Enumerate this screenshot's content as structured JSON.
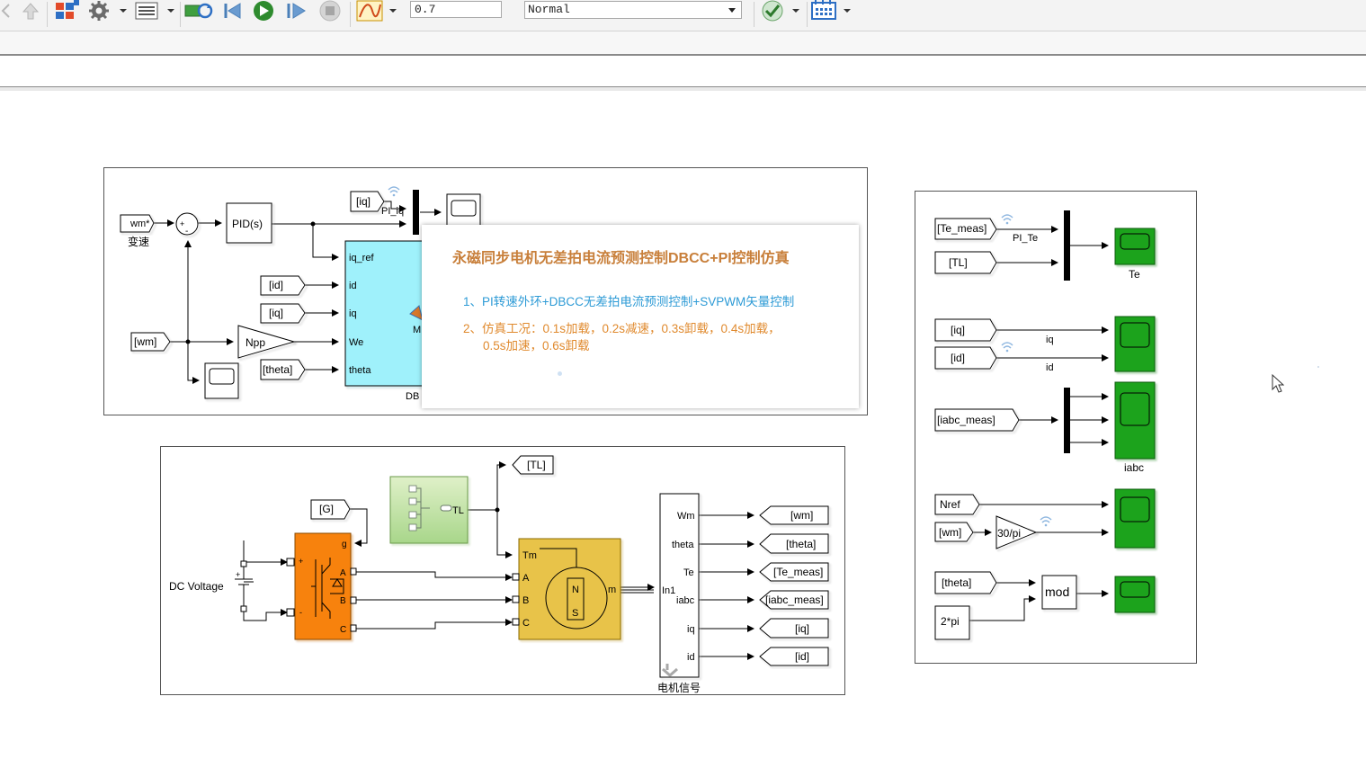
{
  "toolbar": {
    "stop_time": "0.7",
    "sim_mode": "Normal"
  },
  "banner": {
    "title": "永磁同步电机无差拍电流预测控制DBCC+PI控制仿真",
    "line1": "1、PI转速外环+DBCC无差拍电流预测控制+SVPWM矢量控制",
    "line2a": "2、仿真工况：0.1s加载，0.2s减速，0.3s卸载，0.4s加载，",
    "line2b": "0.5s加速，0.6s卸载"
  },
  "blocks": {
    "wm_star": "wm*",
    "speed_label": "变速",
    "pid": "PID(s)",
    "iq_tag": "[iq]",
    "pi_iq": "PI_iq",
    "iq_ref": "iq_ref",
    "id_port": "id",
    "iq_port": "iq",
    "we_port": "We",
    "theta_port": "theta",
    "id_tag": "[id]",
    "wm_tag": "[wm]",
    "npp": "Npp",
    "theta_tag": "[theta]",
    "dbcc_label": "DB",
    "m_label": "M",
    "tl_tag": "[TL]",
    "g_tag": "[G]",
    "tl_out": "TL",
    "dc_voltage": "DC Voltage",
    "inv_plus": "+",
    "inv_minus": "-",
    "inv_g": "g",
    "inv_a": "A",
    "inv_b": "B",
    "inv_c": "C",
    "motor_tm": "Tm",
    "motor_a": "A",
    "motor_b": "B",
    "motor_c": "C",
    "motor_m": "m",
    "motor_n": "N",
    "motor_s": "S",
    "demux_in": "In1",
    "demux_wm": "Wm",
    "demux_theta": "theta",
    "demux_te": "Te",
    "demux_iabc": "iabc",
    "demux_iq": "iq",
    "demux_id": "id",
    "motor_signals": "电机信号",
    "goto_wm": "[wm]",
    "goto_theta": "[theta]",
    "goto_te": "[Te_meas]",
    "goto_iabc": "[iabc_meas]",
    "goto_iq": "[iq]",
    "goto_id": "[id]",
    "te_meas": "[Te_meas]",
    "pi_te": "PI_Te",
    "tl_from": "[TL]",
    "te_scope": "Te",
    "iq_from": "[iq]",
    "id_from": "[id]",
    "iq_sig": "iq",
    "id_sig": "id",
    "iabc_from": "[iabc_meas]",
    "iabc_scope": "iabc",
    "nref": "Nref",
    "wm_from2": "[wm]",
    "gain30pi": "30/pi",
    "theta_from2": "[theta]",
    "twopi": "2*pi",
    "mod": "mod"
  }
}
